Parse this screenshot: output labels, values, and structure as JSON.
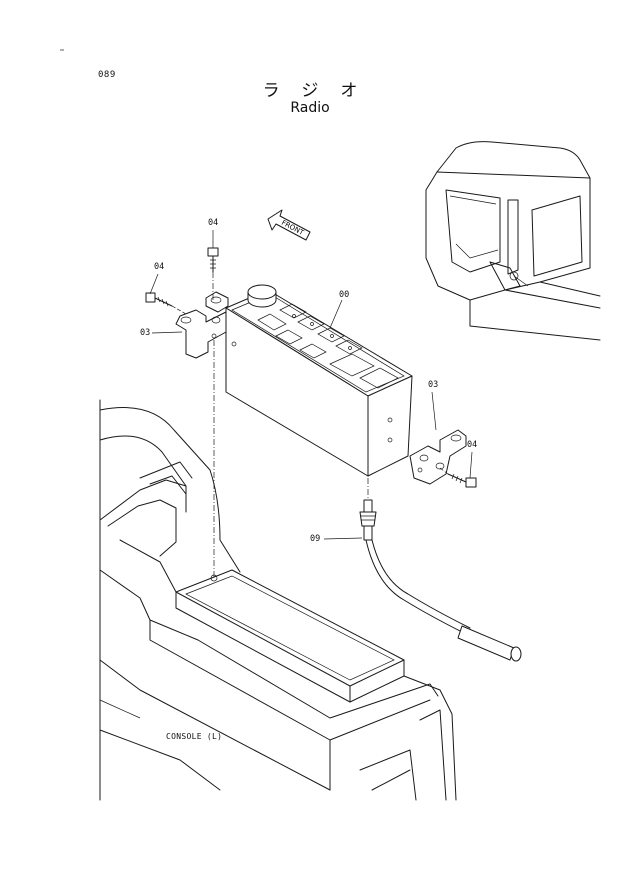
{
  "page": {
    "number": "089",
    "title_jp": "ラジオ",
    "title_en": "Radio"
  },
  "callouts": {
    "c04_top": "04",
    "c04_left": "04",
    "c03_left": "03",
    "c00": "00",
    "c03_right": "03",
    "c04_right": "04",
    "c09": "09"
  },
  "labels": {
    "console": "CONSOLE (L)",
    "front": "FRONT"
  }
}
